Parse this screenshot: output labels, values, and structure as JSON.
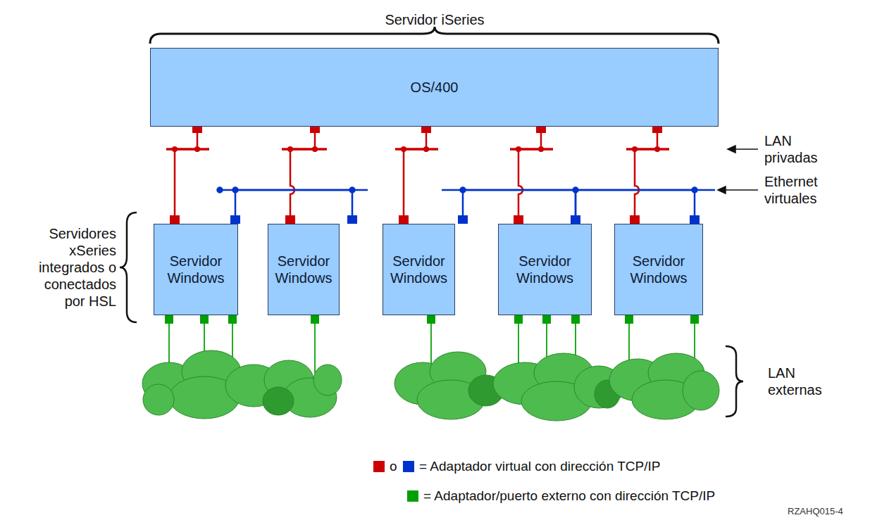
{
  "diagram": {
    "title": "Servidor iSeries",
    "nodes": [
      {
        "text": [
          "OS/400"
        ]
      },
      {
        "text": [
          "Servidor Windows"
        ]
      },
      {
        "text": [
          "Servidor Windows"
        ]
      },
      {
        "text": [
          "Servidor Windows"
        ]
      },
      {
        "text": [
          "Servidor Windows"
        ]
      },
      {
        "text": [
          "Servidor Windows"
        ]
      }
    ],
    "edges": [
      {
        "from": 0,
        "to": 1,
        "arrow": "none"
      },
      {
        "from": 0,
        "to": 2,
        "arrow": "none"
      },
      {
        "from": 0,
        "to": 3,
        "arrow": "none"
      },
      {
        "from": 0,
        "to": 4,
        "arrow": "none"
      },
      {
        "from": 0,
        "to": 5,
        "arrow": "none"
      },
      {
        "from": 1,
        "to": 2,
        "arrow": "none"
      },
      {
        "from": 3,
        "to": 4,
        "arrow": "none"
      },
      {
        "from": 4,
        "to": 5,
        "arrow": "none"
      }
    ],
    "labels": [
      "LAN privadas",
      "Ethernet virtuales",
      "Servidores xSeries integrados o conectados por HSL",
      "LAN externas",
      "RZAHQ015-4"
    ],
    "legend": [
      {
        "text": "o",
        "color": "#cc0000"
      },
      {
        "text": "= Adaptador virtual con dirección TCP/IP",
        "color": "#0033cc"
      },
      {
        "text": "= Adaptador/puerto externo con dirección TCP/IP",
        "color": "#00a000"
      }
    ]
  }
}
